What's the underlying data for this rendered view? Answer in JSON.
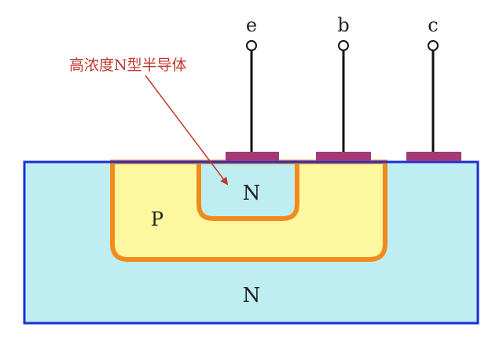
{
  "annotation": {
    "text": "高浓度N型半导体",
    "color": "#c0392b"
  },
  "terminals": [
    {
      "label": "e"
    },
    {
      "label": "b"
    },
    {
      "label": "c"
    }
  ],
  "regions": {
    "n_substrate": {
      "label": "N",
      "color": "#bfeef2"
    },
    "p_base": {
      "label": "P",
      "color": "#fdf8a0"
    },
    "n_emitter": {
      "label": "N",
      "color": "#bfeef2"
    }
  },
  "colors": {
    "outline_blue": "#1e2fd6",
    "junction_orange": "#f28a1c",
    "contact_purple": "#a33a78",
    "lead_black": "#111111",
    "label_dark": "#222222"
  }
}
